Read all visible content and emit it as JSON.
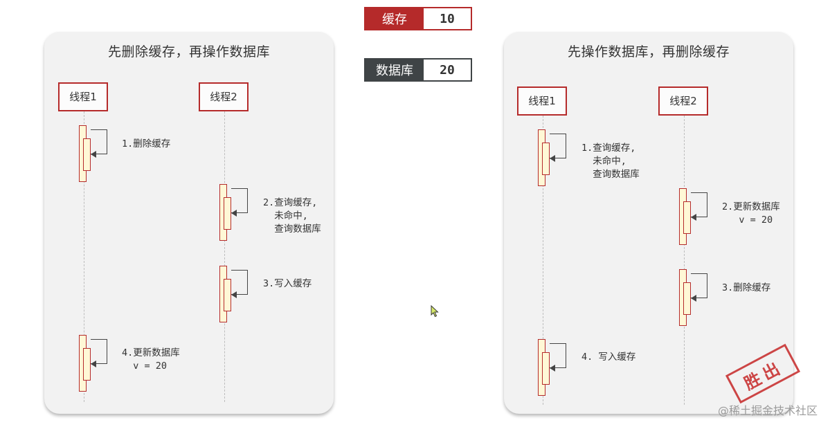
{
  "badges": {
    "cache": {
      "label": "缓存",
      "value": "10"
    },
    "db": {
      "label": "数据库",
      "value": "20"
    }
  },
  "left_panel": {
    "title": "先删除缓存，再操作数据库",
    "thread1": "线程1",
    "thread2": "线程2",
    "steps": [
      "1.删除缓存",
      "2.查询缓存,\n  未命中,\n  查询数据库",
      "3.写入缓存",
      "4.更新数据库\n  v = 20"
    ]
  },
  "right_panel": {
    "title": "先操作数据库，再删除缓存",
    "thread1": "线程1",
    "thread2": "线程2",
    "steps": [
      "1.查询缓存,\n  未命中,\n  查询数据库",
      "2.更新数据库\n   v = 20",
      "3.删除缓存",
      "4. 写入缓存"
    ],
    "stamp": "胜出"
  },
  "watermark": "@稀土掘金技术社区",
  "colors": {
    "accent": "#b52a2a",
    "dark": "#3f4446",
    "activation": "#fff8d6"
  }
}
